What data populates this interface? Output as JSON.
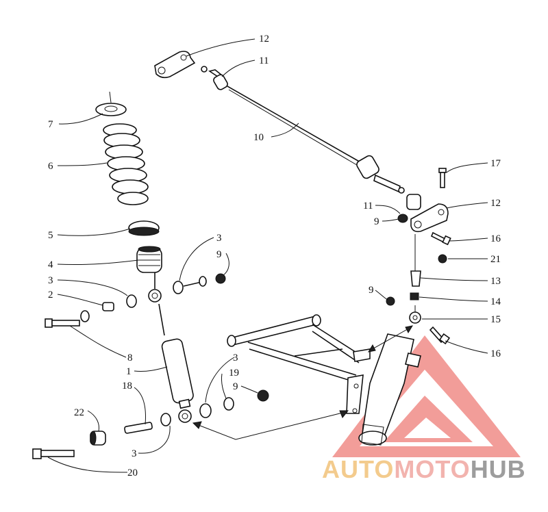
{
  "labels": {
    "l12a": "12",
    "l11a": "11",
    "l10": "10",
    "l7": "7",
    "l6": "6",
    "l5": "5",
    "l4": "4",
    "l3a": "3",
    "l9a": "9",
    "l3b": "3",
    "l2": "2",
    "l8": "8",
    "l1": "1",
    "l18": "18",
    "l22": "22",
    "l3c": "3",
    "l19": "19",
    "l9b": "9",
    "l3d": "3",
    "l20": "20",
    "l17": "17",
    "l12b": "12",
    "l11b": "11",
    "l9c": "9",
    "l16a": "16",
    "l21": "21",
    "l13": "13",
    "l9d": "9",
    "l14": "14",
    "l15": "15",
    "l16b": "16"
  },
  "watermark": {
    "part1": "AUTO",
    "part2": "MOTO",
    "part3": "HUB",
    "color1": "#f2c27a",
    "color2": "#f0a6a0",
    "color3": "#8c8c8c",
    "triangle_color": "#f08c88"
  }
}
